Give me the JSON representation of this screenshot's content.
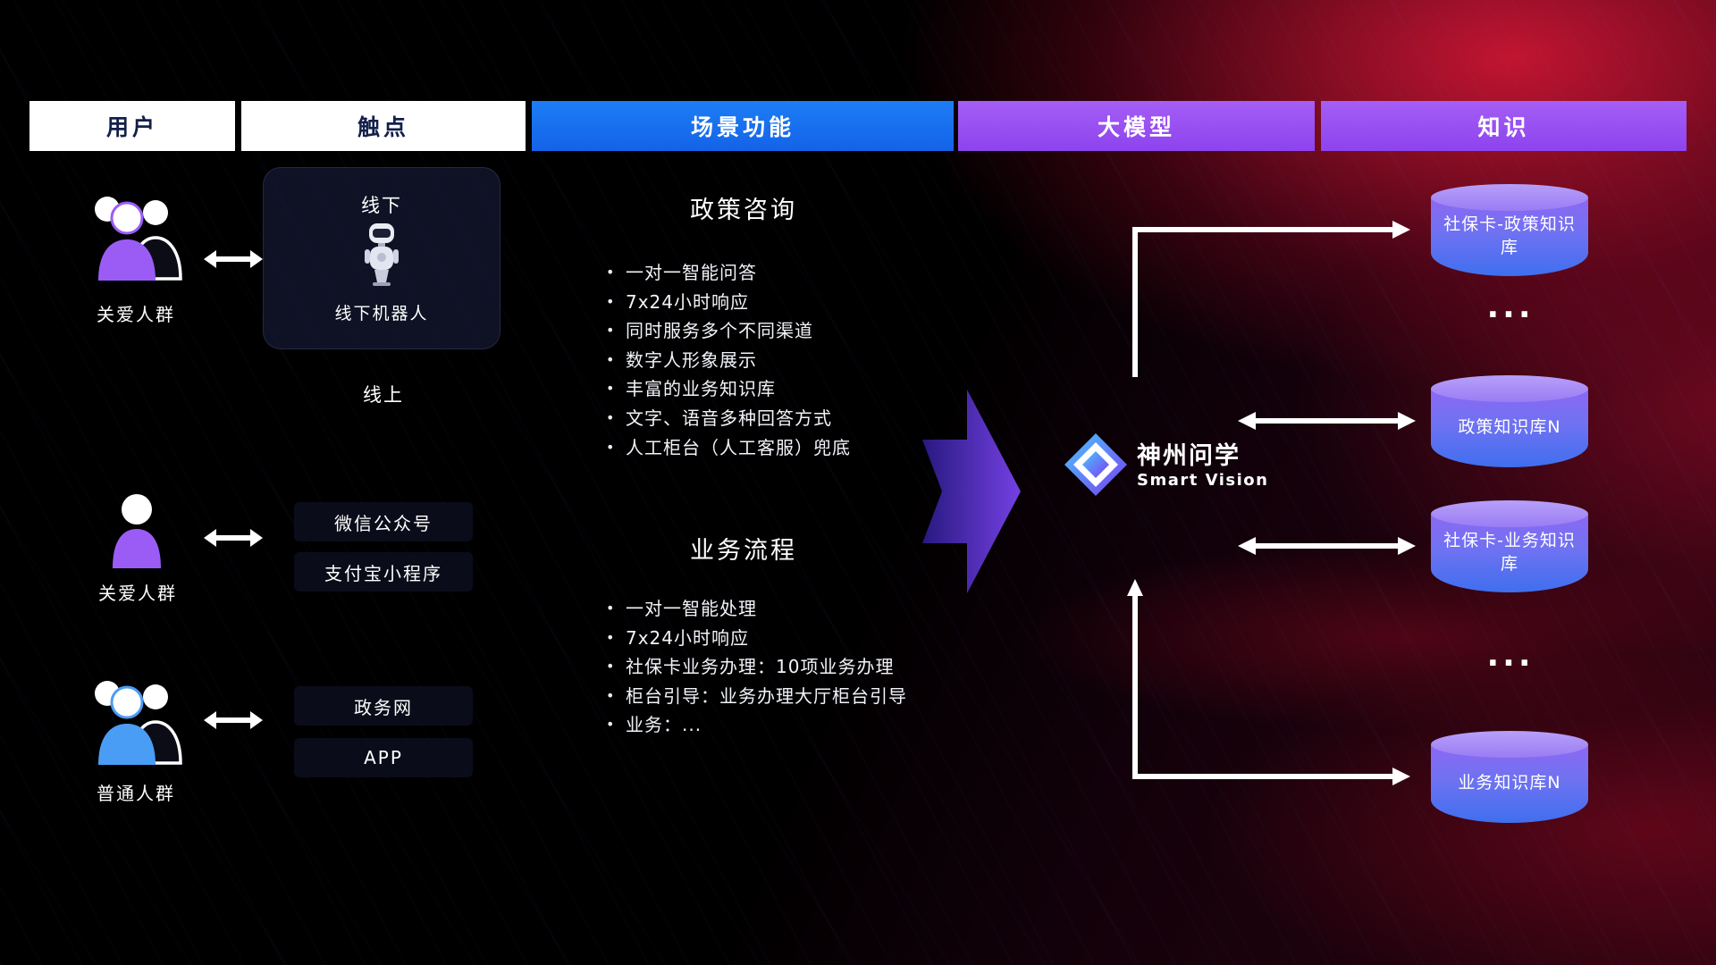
{
  "header": {
    "users": "用户",
    "touchpoints": "触点",
    "scenes": "场景功能",
    "model": "大模型",
    "knowledge": "知识"
  },
  "users": [
    {
      "label": "关爱人群",
      "icon": "user-group-icon",
      "accent": "#9b5cf5"
    },
    {
      "label": "关爱人群",
      "icon": "user-single-icon",
      "accent": "#9b5cf5"
    },
    {
      "label": "普通人群",
      "icon": "user-group-icon",
      "accent": "#4a9df5"
    }
  ],
  "touchpoints": {
    "offline": {
      "title": "线下",
      "caption": "线下机器人",
      "icon": "robot-icon"
    },
    "online_title": "线上",
    "channels": [
      "微信公众号",
      "支付宝小程序",
      "政务网",
      "APP"
    ]
  },
  "scenes": {
    "policy": {
      "title": "政策咨询",
      "items": [
        "一对一智能问答",
        "7x24小时响应",
        "同时服务多个不同渠道",
        "数字人形象展示",
        "丰富的业务知识库",
        "文字、语音多种回答方式",
        "人工柜台（人工客服）兜底"
      ]
    },
    "business": {
      "title": "业务流程",
      "items": [
        "一对一智能处理",
        "7x24小时响应",
        "社保卡业务办理：10项业务办理",
        "柜台引导：业务办理大厅柜台引导",
        "业务：..."
      ]
    }
  },
  "model": {
    "name": "神州问学",
    "subtitle": "Smart Vision",
    "icon": "brand-diamond-icon"
  },
  "knowledge": {
    "ellipsis": "...",
    "databases": [
      "社保卡-政策知识库",
      "政策知识库N",
      "社保卡-业务知识库",
      "业务知识库N"
    ]
  },
  "colors": {
    "scene_pill_blue": "#1677f0",
    "model_pill_purple": "#9a4ff2",
    "knowledge_pill_purple": "#a55ef5",
    "user_accent_purple": "#9b5cf5",
    "user_accent_blue": "#4a9df5",
    "cylinder_top": "#b7a0f9",
    "cylinder_body_bottom": "#3f6fee",
    "big_arrow_purple": "#6d3cf0",
    "connector_white": "#ffffff",
    "background_red": "#b3122e"
  }
}
